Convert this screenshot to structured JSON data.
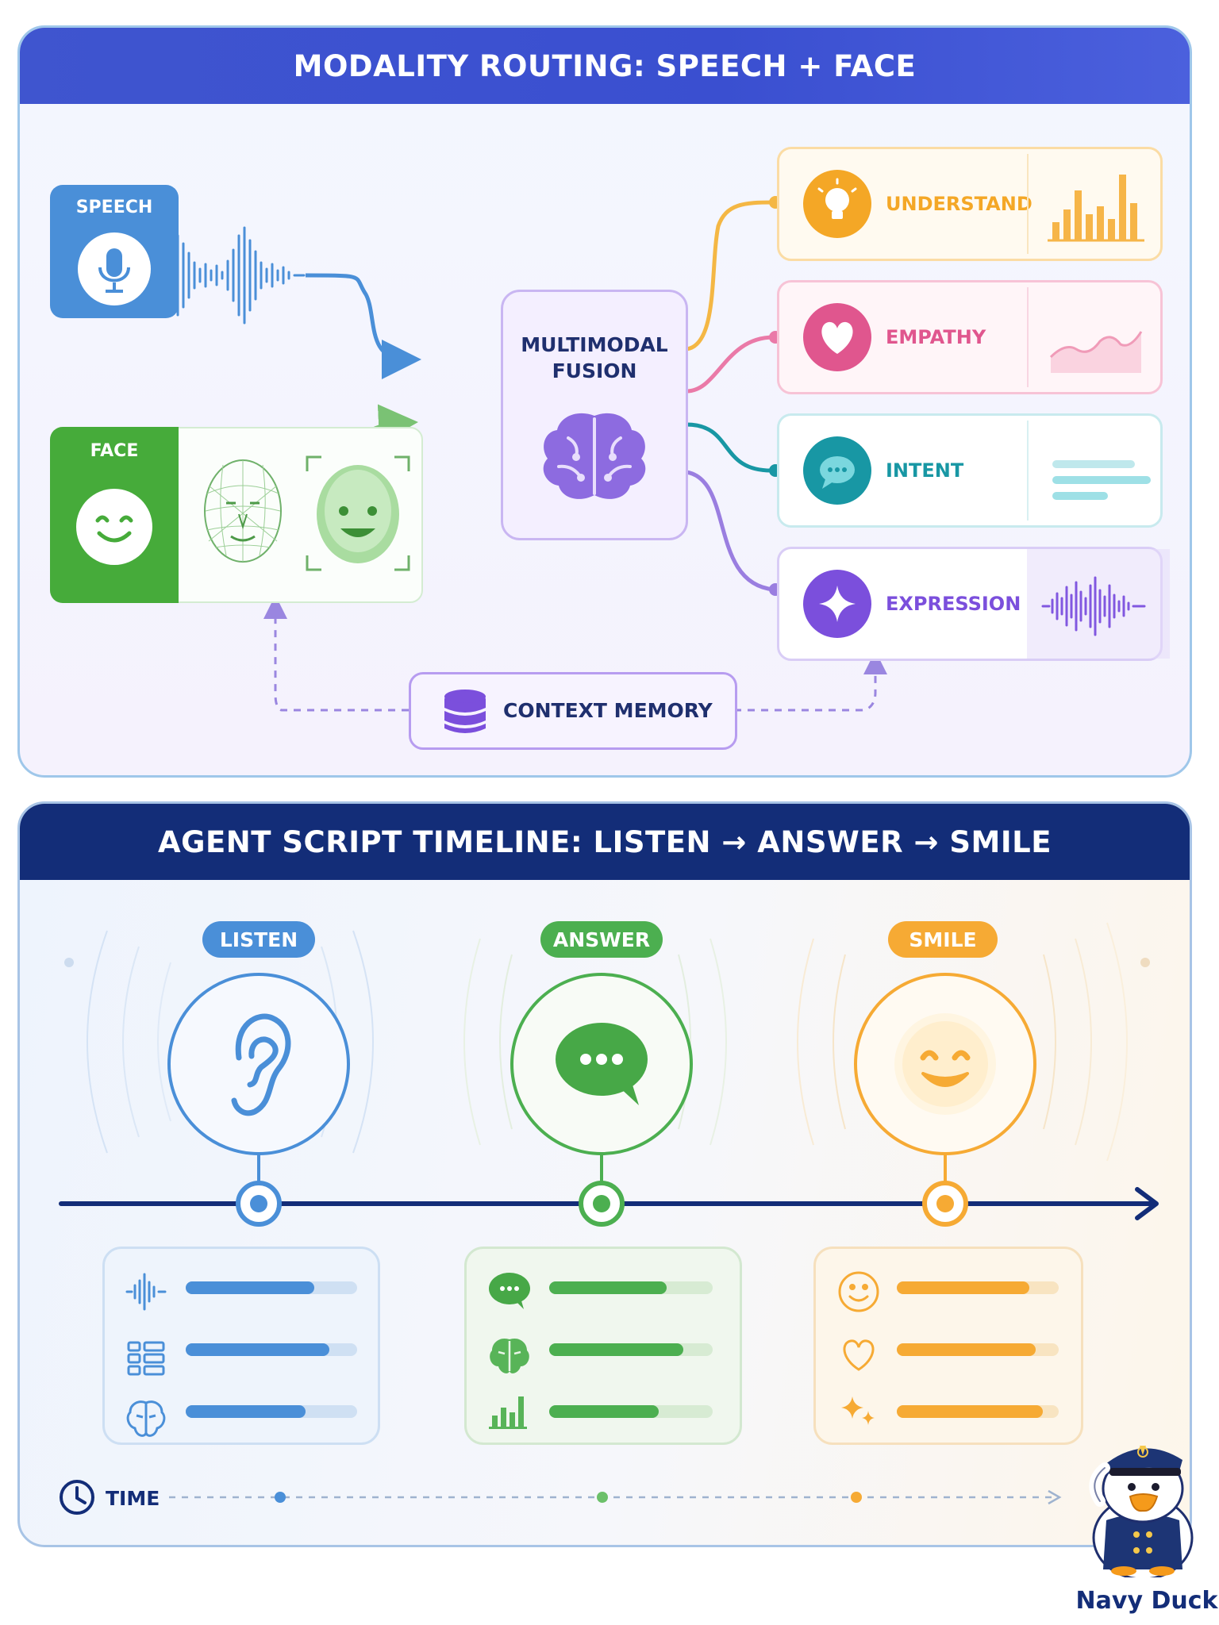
{
  "routing": {
    "title": "MODALITY ROUTING: SPEECH + FACE",
    "speech_label": "SPEECH",
    "face_label": "FACE",
    "fusion_label_line1": "MULTIMODAL",
    "fusion_label_line2": "FUSION",
    "memory_label": "CONTEXT MEMORY",
    "outputs": [
      {
        "label": "UNDERSTAND",
        "color": "#f4a726"
      },
      {
        "label": "EMPATHY",
        "color": "#e0568e"
      },
      {
        "label": "INTENT",
        "color": "#1897a4"
      },
      {
        "label": "EXPRESSION",
        "color": "#7b4fdc"
      }
    ]
  },
  "timeline": {
    "title": "AGENT SCRIPT TIMELINE: LISTEN → ANSWER → SMILE",
    "stages": [
      {
        "label": "LISTEN",
        "color": "#4a8fd8",
        "bars": [
          0.75,
          0.84,
          0.7
        ]
      },
      {
        "label": "ANSWER",
        "color": "#4caf50",
        "bars": [
          0.72,
          0.82,
          0.67
        ]
      },
      {
        "label": "SMILE",
        "color": "#f6aa34",
        "bars": [
          0.82,
          0.86,
          0.9
        ]
      }
    ],
    "time_label": "TIME"
  },
  "brand": {
    "name": "Navy Duck"
  }
}
